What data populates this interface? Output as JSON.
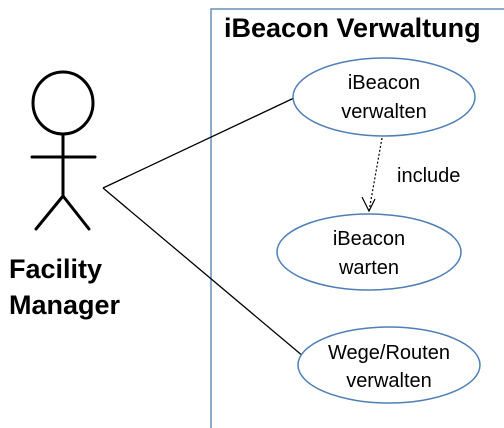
{
  "system": {
    "title": "iBeacon Verwaltung"
  },
  "actor": {
    "line1": "Facility",
    "line2": "Manager"
  },
  "use_cases": {
    "manage": {
      "line1": "iBeacon",
      "line2": "verwalten"
    },
    "maintain": {
      "line1": "iBeacon",
      "line2": "warten"
    },
    "routes": {
      "line1": "Wege/Routen",
      "line2": "verwalten"
    }
  },
  "relations": {
    "include_label": "include"
  },
  "colors": {
    "boundary": "#6b8fb8",
    "ellipse_stroke": "#4f7fb5",
    "text": "#000000"
  }
}
